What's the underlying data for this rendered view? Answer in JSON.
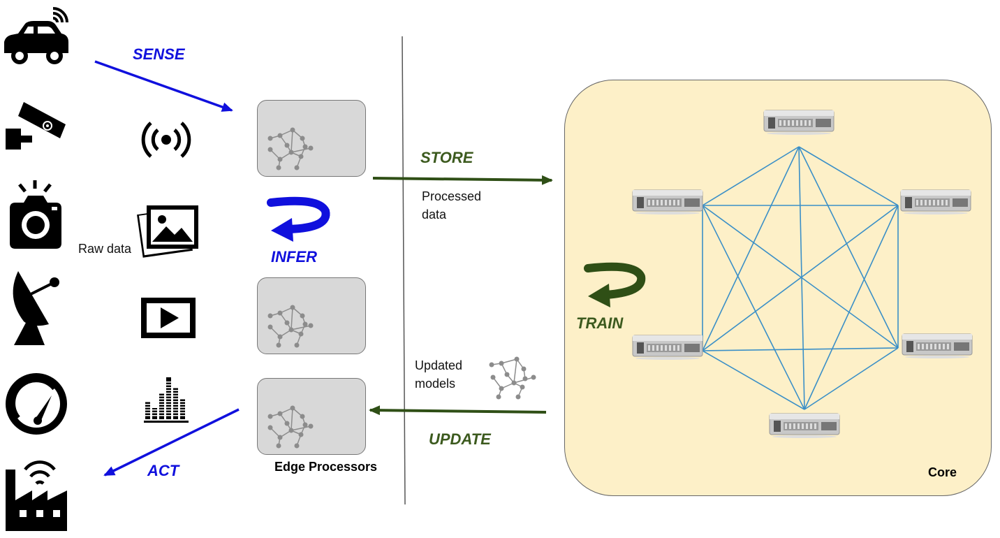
{
  "labels": {
    "sense": "SENSE",
    "infer": "INFER",
    "act": "ACT",
    "store": "STORE",
    "update": "UPDATE",
    "train": "TRAIN",
    "processed_data": "Processed data",
    "updated_models": "Updated models",
    "raw_data": "Raw data",
    "edge_processors": "Edge Processors",
    "core": "Core"
  },
  "colors": {
    "blue_arrow": "#1010dd",
    "green_arrow": "#2f4f16",
    "edge_box": "#d8d8d8",
    "core_fill": "#fdf0c8",
    "mesh_line": "#3a8fc7",
    "network_node": "#8c8c8c"
  },
  "devices": [
    "connected-car-icon",
    "security-camera-icon",
    "camera-flash-icon",
    "satellite-dish-icon",
    "gauge-icon",
    "smart-factory-icon"
  ],
  "data_types": [
    "wireless-signal-icon",
    "image-gallery-icon",
    "video-play-icon",
    "audio-equalizer-icon"
  ],
  "core_servers": [
    "server-top",
    "server-upper-left",
    "server-upper-right",
    "server-lower-left",
    "server-lower-right",
    "server-bottom"
  ]
}
